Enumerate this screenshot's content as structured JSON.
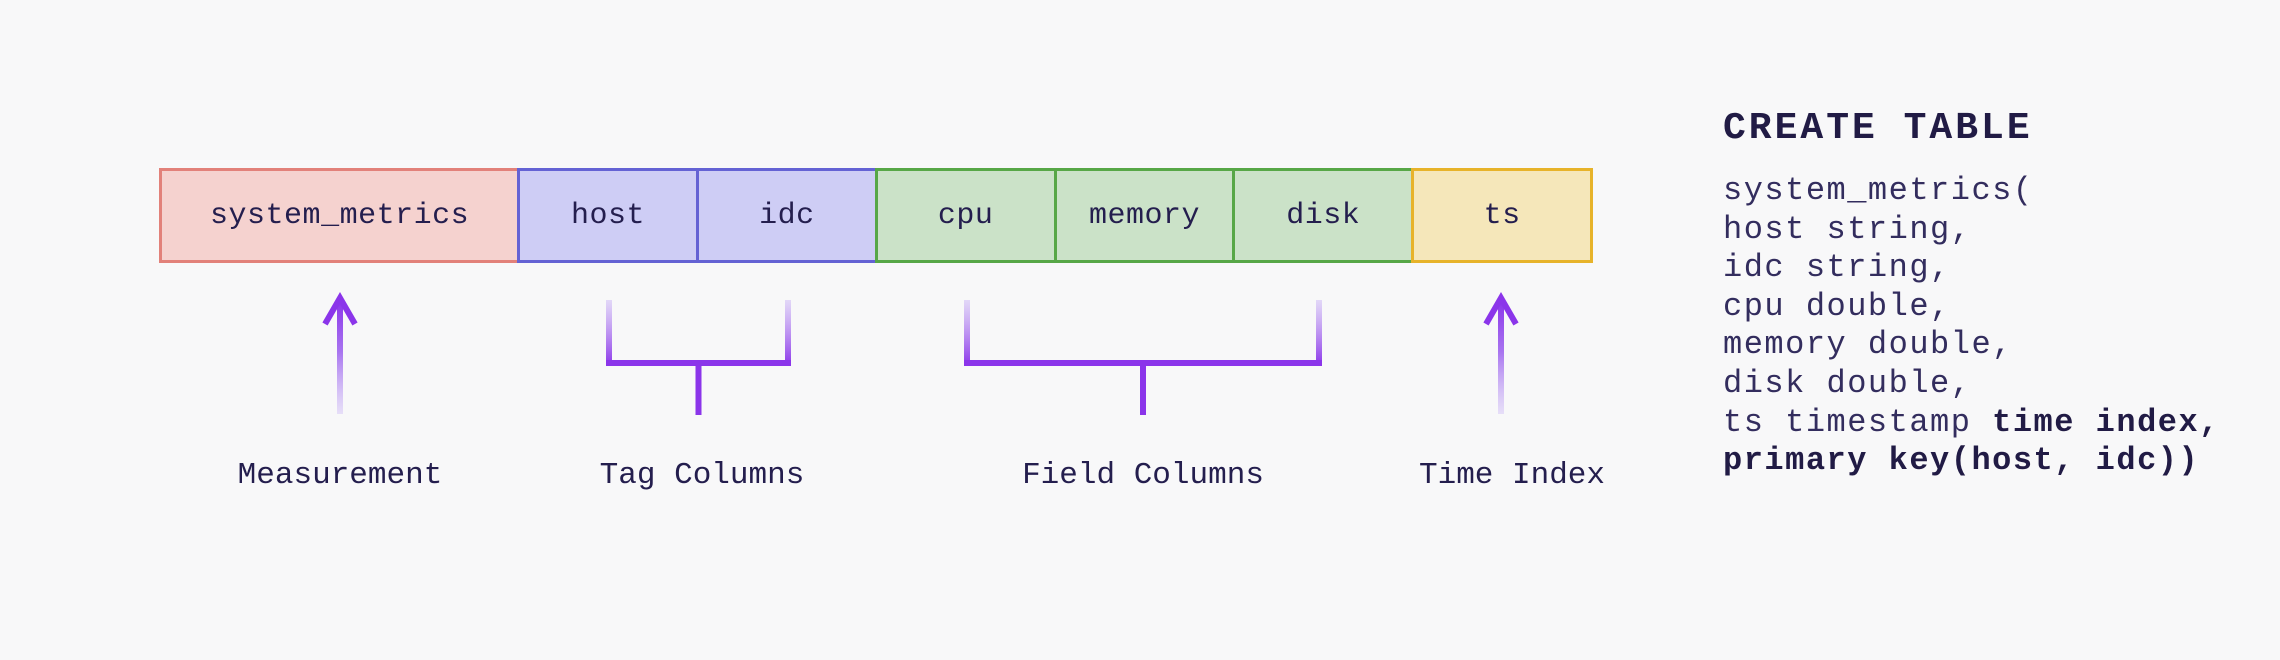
{
  "colors": {
    "bg": "#f8f8f9",
    "ink": "#241e4e",
    "ink-code": "#332d5e",
    "ink-bold": "#211b45",
    "purple": "#8b35ea",
    "purple-light": "#d9cbf7",
    "measurement-fill": "#f5d2cf",
    "measurement-border": "#e2817a",
    "tag-fill": "#cecdf5",
    "tag-border": "#6462d4",
    "field-fill": "#cbe2c8",
    "field-border": "#57a747",
    "time-fill": "#f5e7ba",
    "time-border": "#e7b32a"
  },
  "row": {
    "cells": [
      {
        "label": "system_metrics",
        "role": "measurement"
      },
      {
        "label": "host",
        "role": "tag"
      },
      {
        "label": "idc",
        "role": "tag"
      },
      {
        "label": "cpu",
        "role": "field"
      },
      {
        "label": "memory",
        "role": "field"
      },
      {
        "label": "disk",
        "role": "field"
      },
      {
        "label": "ts",
        "role": "time"
      }
    ]
  },
  "annotations": {
    "measurement": "Measurement",
    "tags": "Tag Columns",
    "fields": "Field Columns",
    "time": "Time Index"
  },
  "code": {
    "heading": "CREATE TABLE",
    "lines": [
      [
        {
          "t": "system_metrics("
        }
      ],
      [
        {
          "t": "host string,"
        }
      ],
      [
        {
          "t": "idc string,"
        }
      ],
      [
        {
          "t": "cpu double,"
        }
      ],
      [
        {
          "t": "memory double,"
        }
      ],
      [
        {
          "t": "disk double,"
        }
      ],
      [
        {
          "t": "ts timestamp "
        },
        {
          "t": "time index,",
          "b": true
        }
      ],
      [
        {
          "t": "primary key(host, idc))",
          "b": true
        }
      ]
    ]
  }
}
